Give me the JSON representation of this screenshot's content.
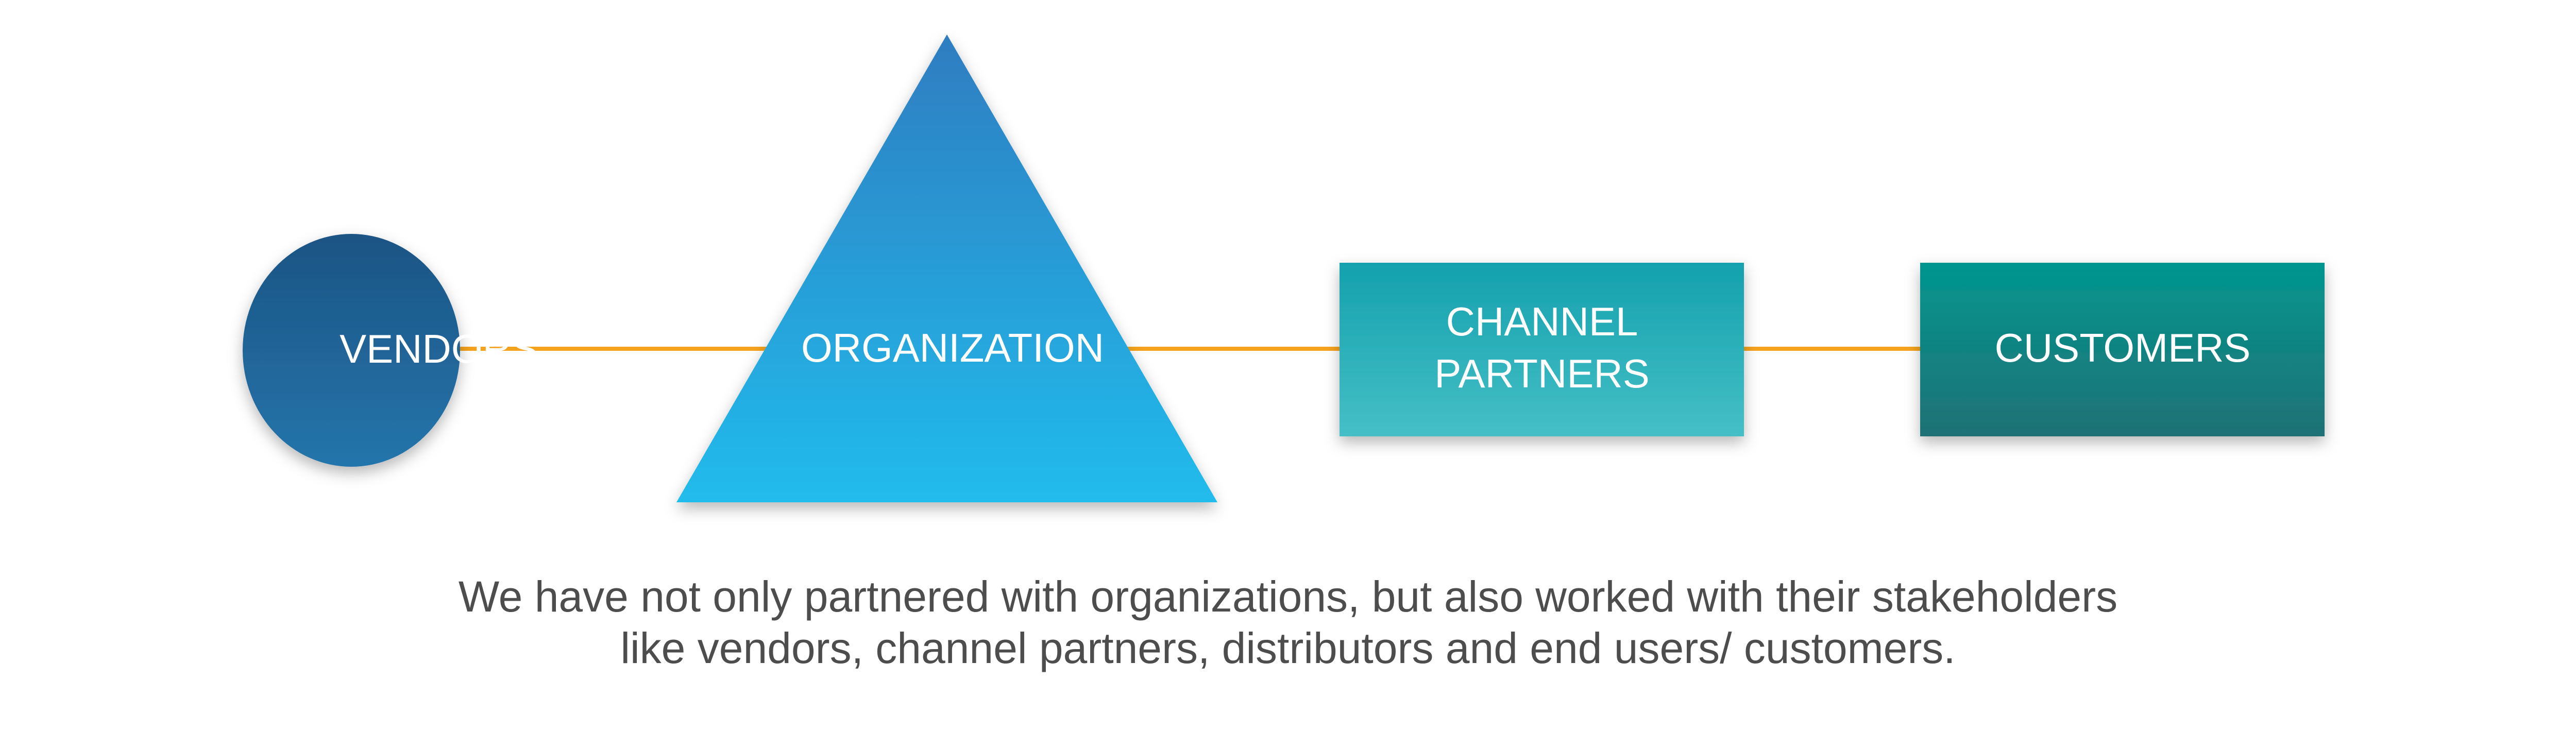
{
  "diagram": {
    "nodes": [
      {
        "id": "vendors",
        "shape": "ellipse",
        "lines": [
          "VENDORS"
        ],
        "color_top": "#1c5484",
        "color_bottom": "#2475ab"
      },
      {
        "id": "organization",
        "shape": "triangle",
        "lines": [
          "ORGANIZATION"
        ],
        "color_top": "#2f7dc1",
        "color_bottom": "#21bcec"
      },
      {
        "id": "channel-partners",
        "shape": "rectangle",
        "lines": [
          "CHANNEL",
          "PARTNERS"
        ],
        "color_top": "#14a1ae",
        "color_bottom": "#45bfc6"
      },
      {
        "id": "customers",
        "shape": "rectangle",
        "lines": [
          "CUSTOMERS"
        ],
        "color_top": "#02968f",
        "color_bottom": "#207175"
      }
    ],
    "edges": [
      {
        "from": "vendors",
        "to": "organization"
      },
      {
        "from": "organization",
        "to": "channel-partners"
      },
      {
        "from": "channel-partners",
        "to": "customers"
      }
    ],
    "connector_color": "#f5a31e",
    "label_color": "#ffffff"
  },
  "caption": {
    "line1": "We have not only partnered with organizations, but also worked with their stakeholders",
    "line2": "like vendors, channel partners, distributors and end users/ customers.",
    "color": "#4d4d4d"
  }
}
